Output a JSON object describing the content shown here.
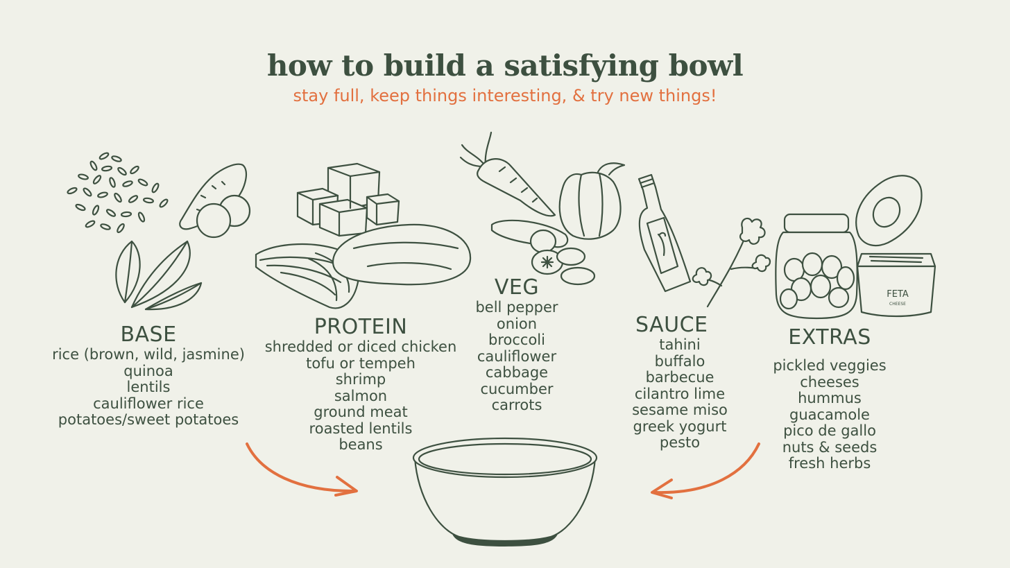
{
  "header": {
    "title": "how to build a satisfying bowl",
    "subtitle": "stay full, keep things interesting, & try new things!"
  },
  "sections": [
    {
      "heading": "BASE",
      "items": [
        "rice (brown, wild, jasmine)",
        "quinoa",
        "lentils",
        "cauliflower rice",
        "potatoes/sweet potatoes"
      ]
    },
    {
      "heading": "PROTEIN",
      "items": [
        "shredded or diced chicken",
        "tofu or tempeh",
        "shrimp",
        "salmon",
        "ground meat",
        "roasted lentils",
        "beans"
      ]
    },
    {
      "heading": "VEG",
      "items": [
        "bell pepper",
        "onion",
        "broccoli",
        "cauliflower",
        "cabbage",
        "cucumber",
        "carrots"
      ]
    },
    {
      "heading": "SAUCE",
      "items": [
        "tahini",
        "buffalo",
        "barbecue",
        "cilantro lime",
        "sesame miso",
        "greek yogurt",
        "pesto"
      ]
    },
    {
      "heading": "EXTRAS",
      "items": [
        "pickled veggies",
        "cheeses",
        "hummus",
        "guacamole",
        "pico de gallo",
        "nuts & seeds",
        "fresh herbs"
      ]
    }
  ],
  "illustrations": {
    "feta_label": "FETA",
    "feta_sublabel": "CHEESE"
  },
  "colors": {
    "background": "#f0f1e9",
    "ink": "#3d5040",
    "accent": "#e2703f"
  },
  "icons": [
    "rice-icon",
    "sweet-potato-icon",
    "spinach-icon",
    "tofu-icon",
    "salmon-icon",
    "chicken-icon",
    "carrot-icon",
    "bell-pepper-icon",
    "cucumber-icon",
    "hot-sauce-bottle-icon",
    "cilantro-icon",
    "pickle-jar-icon",
    "avocado-icon",
    "feta-container-icon",
    "bowl-icon",
    "arrow-icon"
  ]
}
